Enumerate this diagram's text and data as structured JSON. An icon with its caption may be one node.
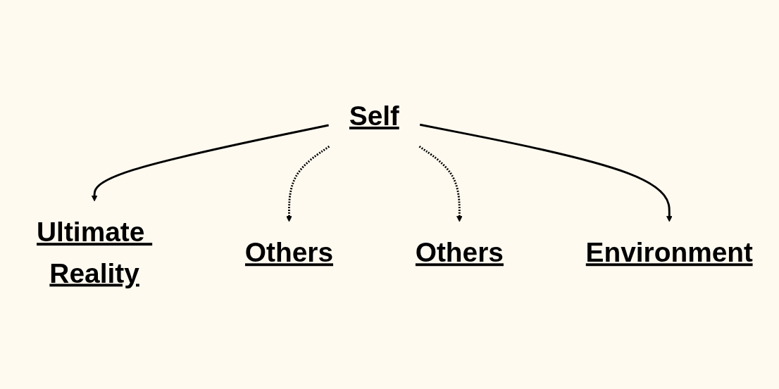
{
  "diagram": {
    "nodes": [
      {
        "text": [
          "Ultimate Reality"
        ]
      },
      {
        "text": [
          "Others"
        ]
      },
      {
        "text": [
          "Self"
        ]
      },
      {
        "text": [
          "Others"
        ]
      },
      {
        "text": [
          "Environment"
        ]
      }
    ],
    "edges": [
      {
        "from": 2,
        "to": 0,
        "arrow": "to"
      },
      {
        "from": 2,
        "to": 1,
        "arrow": "to",
        "style": "dashed"
      },
      {
        "from": 2,
        "to": 3,
        "arrow": "to",
        "style": "dashed"
      },
      {
        "from": 2,
        "to": 4,
        "arrow": "to"
      }
    ]
  }
}
